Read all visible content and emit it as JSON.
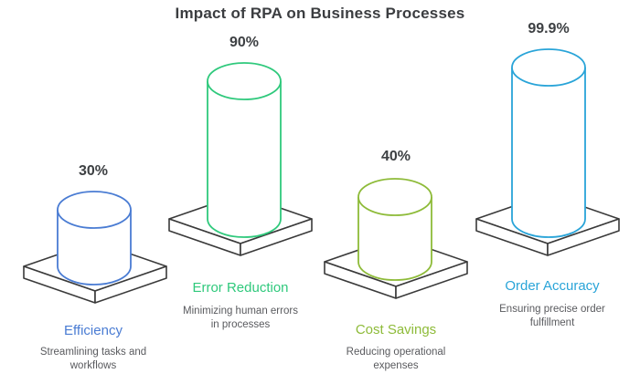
{
  "page": {
    "title": "Impact of RPA on Business Processes",
    "background_color": "#ffffff"
  },
  "chart_data": {
    "type": "bar",
    "variant": "isometric-cylinder-infographic",
    "title": "Impact of RPA on Business Processes",
    "categories": [
      "Efficiency",
      "Error Reduction",
      "Cost Savings",
      "Order Accuracy"
    ],
    "values": [
      30,
      90,
      40,
      99.9
    ],
    "value_labels": [
      "30%",
      "90%",
      "40%",
      "99.9%"
    ],
    "grid": false,
    "legend": "none",
    "title_color": "#3b3d40",
    "value_label_color": "#3d4043",
    "description_color": "#595a5e",
    "pedestal_outline_color": "#3a3a3a",
    "bars": [
      {
        "category": "Efficiency",
        "value": 30,
        "value_label": "30%",
        "description": "Streamlining tasks and workflows",
        "color": "#4a7cd3"
      },
      {
        "category": "Error Reduction",
        "value": 90,
        "value_label": "90%",
        "description": "Minimizing human errors in processes",
        "color": "#2fc97c"
      },
      {
        "category": "Cost Savings",
        "value": 40,
        "value_label": "40%",
        "description": "Reducing operational expenses",
        "color": "#8ebb39"
      },
      {
        "category": "Order Accuracy",
        "value": 99.9,
        "value_label": "99.9%",
        "description": "Ensuring precise order fulfillment",
        "color": "#29a4d8"
      }
    ]
  }
}
